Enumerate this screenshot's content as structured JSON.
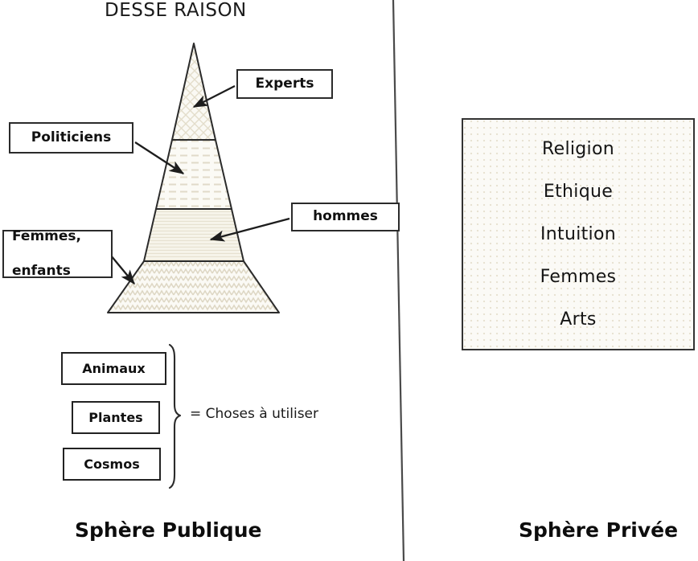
{
  "title": "DESSE RAISON",
  "pyramid": {
    "name": "hierarchy-pyramid",
    "bands": [
      {
        "id": "experts",
        "pattern": "cross-hatch"
      },
      {
        "id": "politiciens",
        "pattern": "dashed-lines"
      },
      {
        "id": "hommes",
        "pattern": "horizontal-lines"
      },
      {
        "id": "femmes-enfants",
        "pattern": "zigzag"
      }
    ]
  },
  "callouts": [
    {
      "id": "experts",
      "label": "Experts"
    },
    {
      "id": "politiciens",
      "label": "Politiciens"
    },
    {
      "id": "hommes",
      "label": "hommes"
    },
    {
      "id": "femmes_enfants",
      "line1": "Femmes,",
      "line2": "enfants"
    }
  ],
  "usable_group": {
    "items": [
      {
        "id": "animaux",
        "label": "Animaux"
      },
      {
        "id": "plantes",
        "label": "Plantes"
      },
      {
        "id": "cosmos",
        "label": "Cosmos"
      }
    ],
    "caption": "= Choses à utiliser"
  },
  "private_panel": {
    "items": [
      {
        "label": "Religion"
      },
      {
        "label": "Ethique"
      },
      {
        "label": "Intuition"
      },
      {
        "label": "Femmes"
      },
      {
        "label": "Arts"
      }
    ]
  },
  "spheres": {
    "public": "Sphère Publique",
    "private": "Sphère Privée"
  },
  "colors": {
    "stroke": "#2b2b2b",
    "fill_light": "#faf9f4",
    "pattern": "#ded8c8",
    "background": "#ffffff"
  }
}
